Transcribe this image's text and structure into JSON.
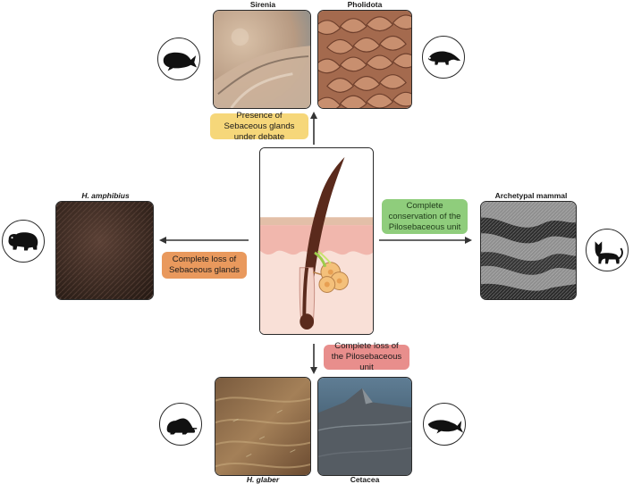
{
  "species": {
    "sirenia": "Sirenia",
    "pholidota": "Pholidota",
    "h_amphibius": "H. amphibius",
    "archetypal": "Archetypal mammal",
    "h_glaber": "H. glaber",
    "cetacea": "Cetacea"
  },
  "labels": {
    "top": "Presence of Sebaceous glands under debate",
    "right": "Complete conservation of the Pilosebaceous unit",
    "left": "Complete loss of Sebaceous glands",
    "bottom": "Complete loss of the Pilosebaceous unit"
  },
  "colors": {
    "top_label": "#f6d77a",
    "right_label": "#8fcd7c",
    "left_label": "#e9995d",
    "bottom_label": "#e88e8c",
    "hair": "#5a2a1c",
    "skin": "#f4c6bd"
  },
  "icons": [
    "manatee-icon",
    "pangolin-icon",
    "hippo-icon",
    "cat-icon",
    "mole-rat-icon",
    "whale-icon"
  ]
}
